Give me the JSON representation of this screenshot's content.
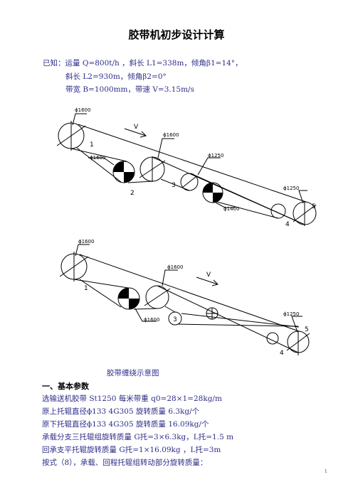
{
  "title": "胶带机初步设计计算",
  "given": [
    "已知：运量 Q=800t/h ，斜长 L1=338m，倾角β1=14°，",
    "斜长 L2=930m，倾角β2=0°",
    "带宽 B=1000mm，带速 V=3.15m/s"
  ],
  "diagram1": {
    "labels": {
      "d1": "ϕ1600",
      "d2": "ϕ1600",
      "d3": "ϕ1600",
      "d4": "ϕ1250",
      "d5": "ϕ1400",
      "d6": "ϕ1250",
      "v": "V",
      "n1": "1",
      "n2": "2",
      "n3": "3",
      "n4": "4",
      "n5": "5"
    }
  },
  "diagram2": {
    "labels": {
      "d1": "ϕ1600",
      "d2": "ϕ1600",
      "d3": "ϕ1600",
      "d4": "ϕ1250",
      "v": "V",
      "n1": "1",
      "n3": "3",
      "n4": "4",
      "n5": "5"
    }
  },
  "caption": "胶带缠绕示意图",
  "section1": "一、基本参数",
  "params": [
    "选输送机胶带 St1250  每米带重 q0=28×1=28kg/m",
    "原上托辊直径ϕ133    4G305      旋转质量 6.3kg/个",
    "原下托辊直径ϕ133    4G305      旋转质量 16.09kg/个",
    "承载分支三托辊组旋转质量 G托=3×6.3kg，L托=1.5 m",
    "回承支平托辊旋转质量 G托=1×16.09kg ，L托=3m",
    "按式（8），承载、回程托辊组转动部分旋转质量："
  ],
  "page_number": "1"
}
